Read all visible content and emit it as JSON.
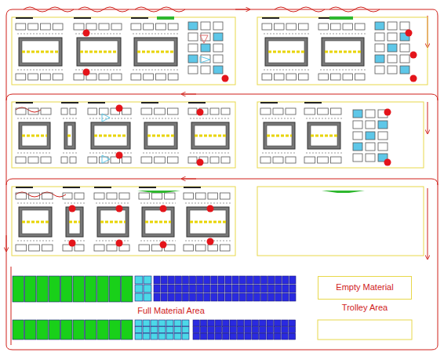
{
  "diagram": {
    "nodes": [
      {
        "text": [
          "Empty Material"
        ]
      }
    ],
    "labels": [
      "Trolley Area",
      "Full Material Area"
    ]
  }
}
